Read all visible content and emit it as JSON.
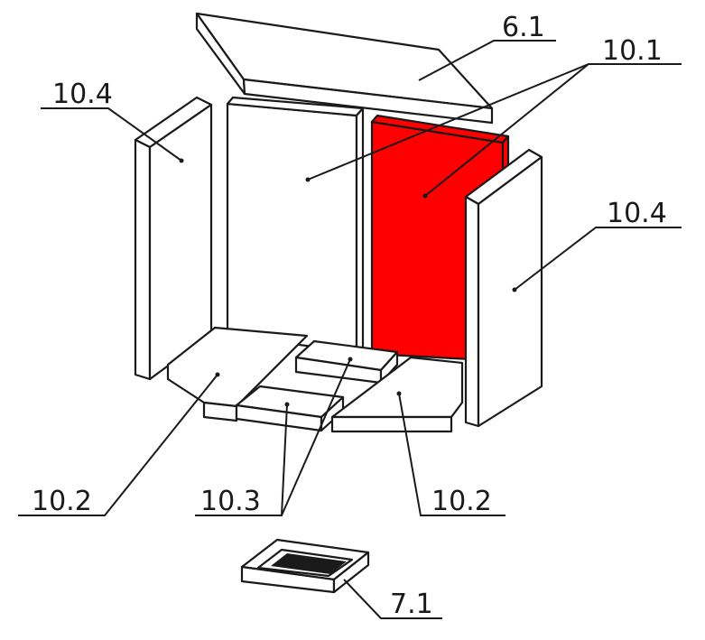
{
  "labels": {
    "top_plate": "6.1",
    "back_wall": "10.1",
    "side_left": "10.4",
    "side_right": "10.4",
    "floor_left": "10.2",
    "floor_center": "10.3",
    "floor_right": "10.2",
    "ash_tray": "7.1"
  },
  "colors": {
    "highlight": "#ff0000",
    "line": "#1a1a1a",
    "fill": "#ffffff"
  }
}
